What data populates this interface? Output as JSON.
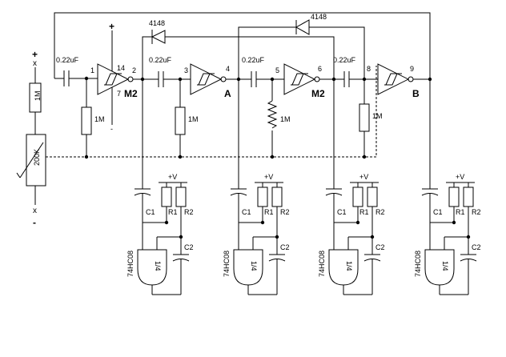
{
  "labels": {
    "plus": "+",
    "minus": "-",
    "vplus": "+V",
    "gnd_mark": "-",
    "diode": "4148",
    "cap_in": "0.22uF",
    "pin1": "1",
    "pin14": "14",
    "pin2": "2",
    "pin7": "7",
    "pin3": "3",
    "pin4": "4",
    "pin5": "5",
    "pin6": "6",
    "pin8": "8",
    "pin9": "9",
    "m2": "M2",
    "a": "A",
    "b": "B",
    "r1m": "1M",
    "pot": "200K",
    "c1": "C1",
    "c2": "C2",
    "r1": "R1",
    "r2": "R2",
    "gate": "1/4",
    "ic": "74HC08"
  }
}
